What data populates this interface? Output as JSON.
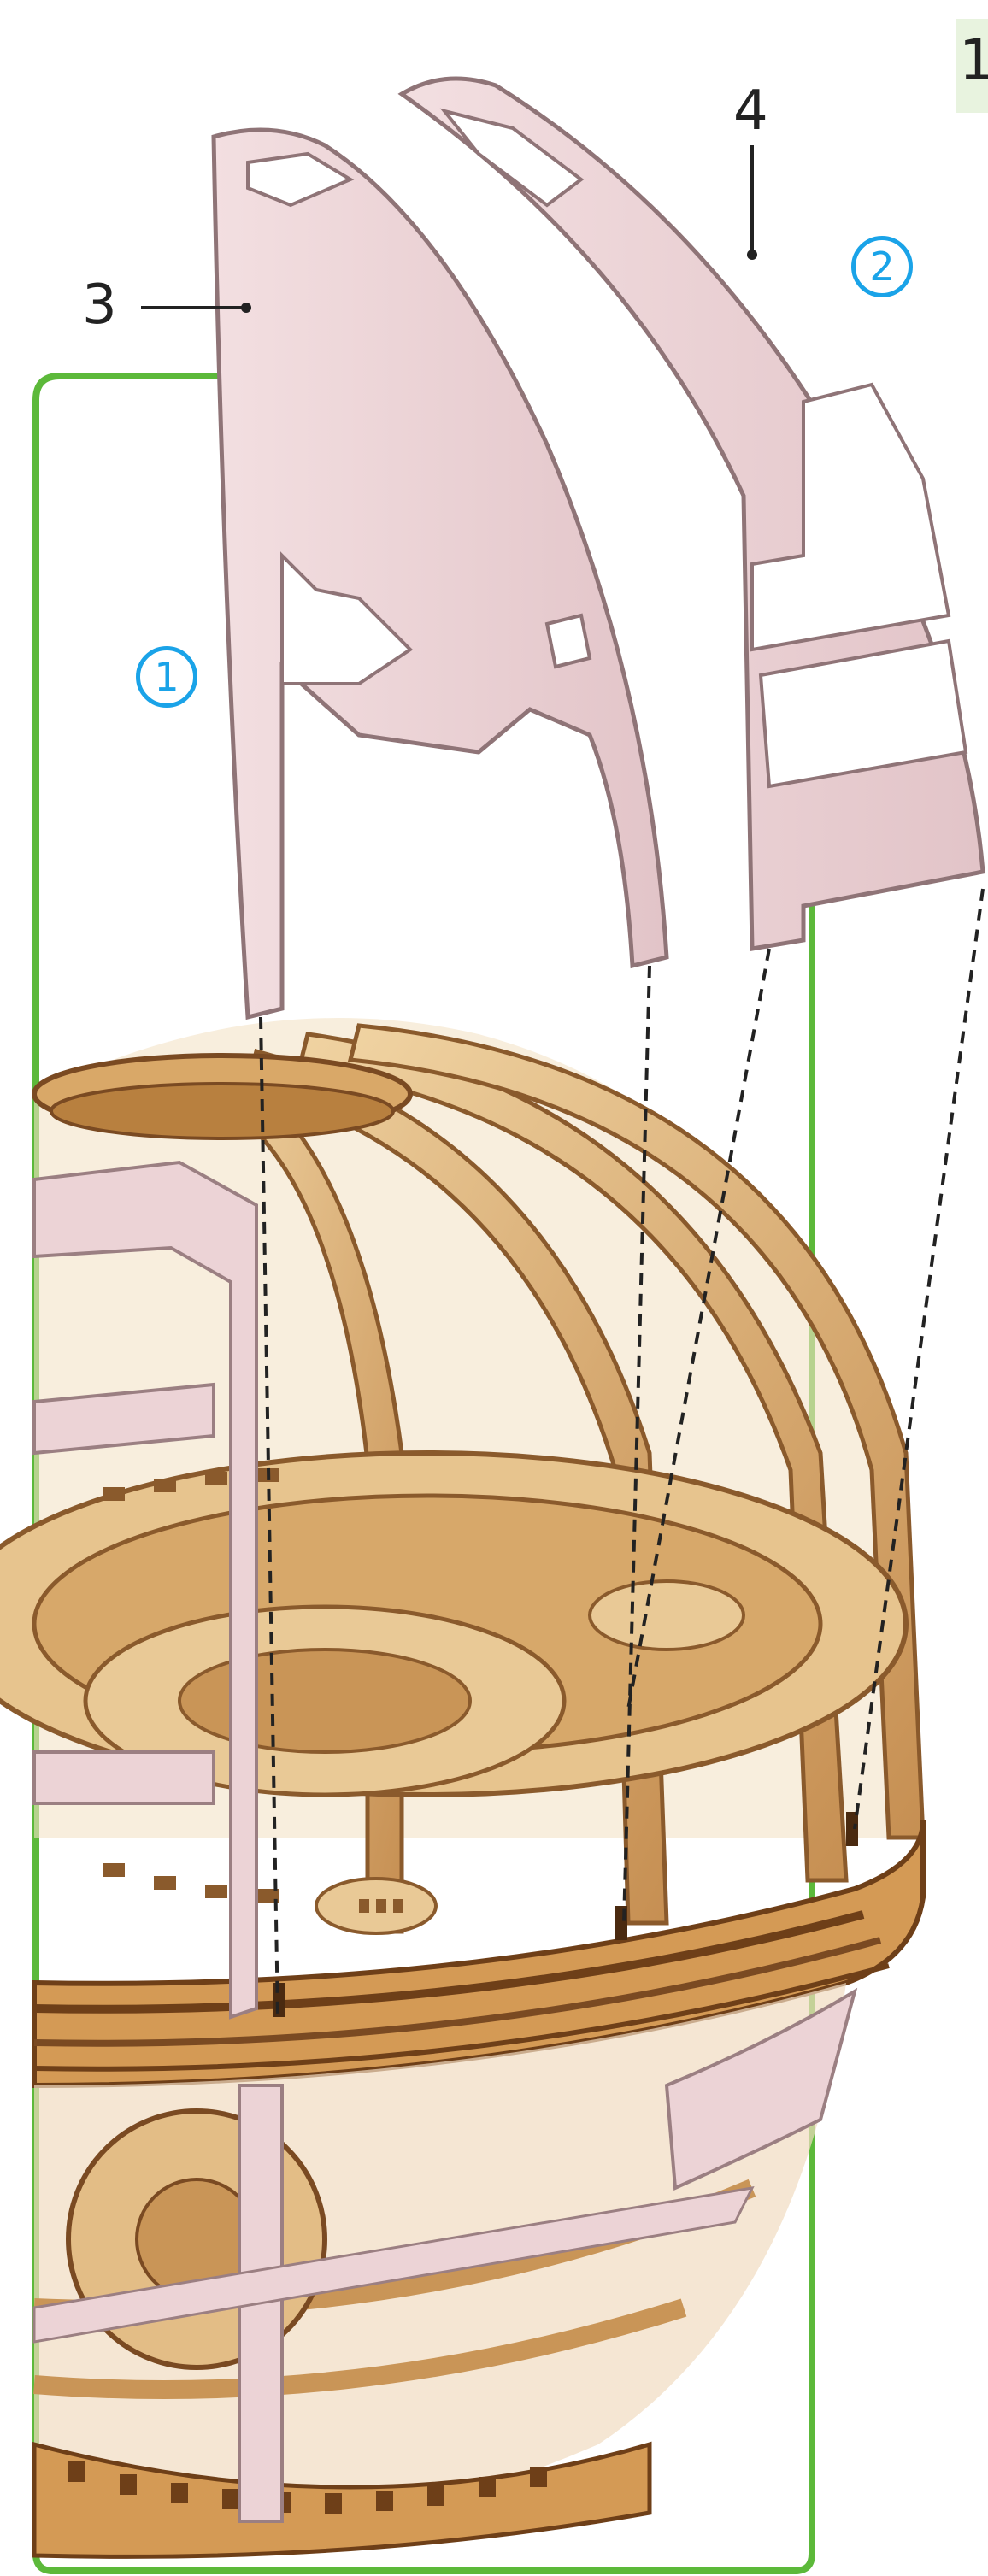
{
  "diagram": {
    "part_labels": {
      "part_3": "3",
      "part_4": "4"
    },
    "step_markers": {
      "step_1": "1",
      "step_2": "2"
    },
    "corner_step_number": "1",
    "colors": {
      "frame_green": "#5cb93a",
      "panel_pink": "#ecd3d6",
      "panel_pink_dark": "#d9b9bd",
      "wood_light": "#e3bd86",
      "wood_mid": "#c99557",
      "wood_dark": "#7a4a22",
      "marker_blue": "#1aa3e8"
    }
  }
}
